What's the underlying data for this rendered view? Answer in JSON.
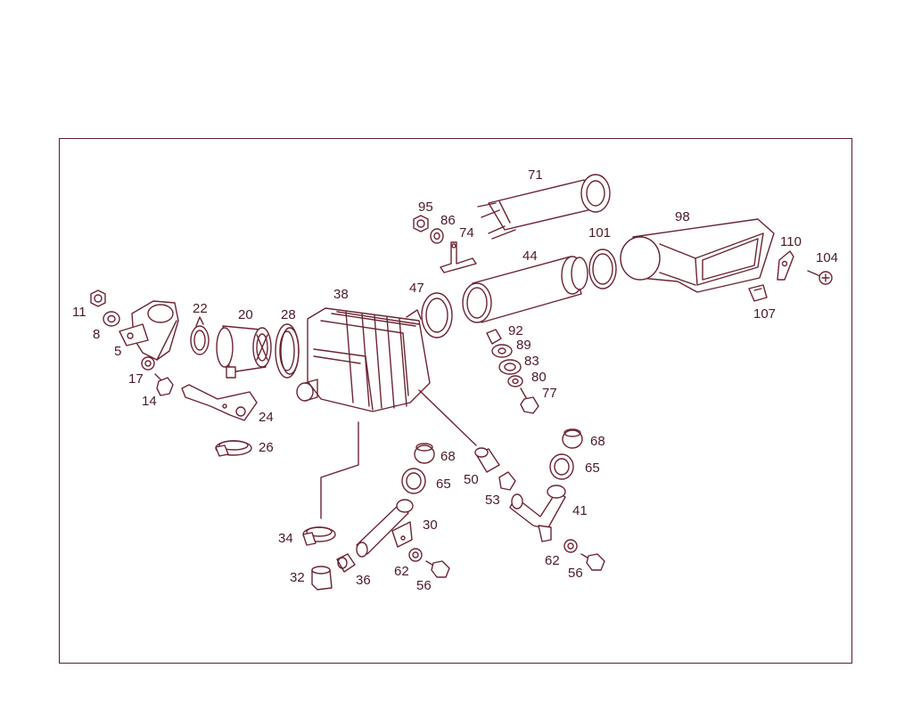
{
  "colors": {
    "ink": "#6b2433",
    "label": "#4a1a25",
    "frame": "#5a1f2a",
    "background": "#ffffff"
  },
  "callouts": [
    "71",
    "95",
    "86",
    "74",
    "98",
    "101",
    "110",
    "104",
    "44",
    "47",
    "107",
    "38",
    "11",
    "22",
    "20",
    "28",
    "8",
    "5",
    "92",
    "89",
    "83",
    "17",
    "80",
    "77",
    "14",
    "24",
    "26",
    "68",
    "50",
    "65",
    "53",
    "30",
    "41",
    "34",
    "62",
    "32",
    "36",
    "56"
  ]
}
